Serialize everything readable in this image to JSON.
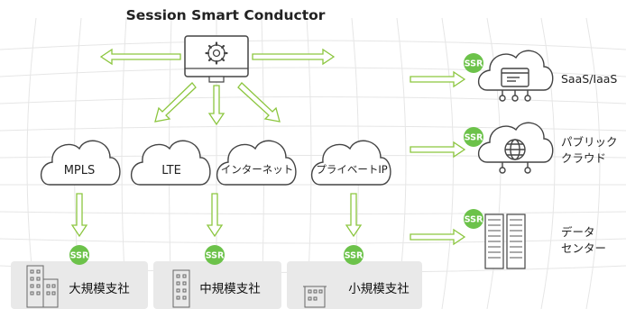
{
  "title": "Session Smart Conductor",
  "accent_color": "#6cc24a",
  "arrow_color": "#8cc63f",
  "ssr_badge": "SSR",
  "clouds": [
    {
      "id": "mpls",
      "label": "MPLS"
    },
    {
      "id": "lte",
      "label": "LTE"
    },
    {
      "id": "internet",
      "label": "インターネット"
    },
    {
      "id": "private-ip",
      "label": "プライベートIP"
    }
  ],
  "sites": [
    {
      "id": "large",
      "label": "大規模支社"
    },
    {
      "id": "medium",
      "label": "中規模支社"
    },
    {
      "id": "small",
      "label": "小規模支社"
    }
  ],
  "right_items": [
    {
      "id": "saas",
      "lines": [
        "SaaS/IaaS"
      ],
      "icon": "cloud-window-icon"
    },
    {
      "id": "public-cloud",
      "lines": [
        "パブリック",
        "クラウド"
      ],
      "icon": "cloud-globe-icon"
    },
    {
      "id": "datacenter",
      "lines": [
        "データ",
        "センター"
      ],
      "icon": "server-rack-icon"
    }
  ],
  "conductor_icon": "gear-monitor-icon"
}
